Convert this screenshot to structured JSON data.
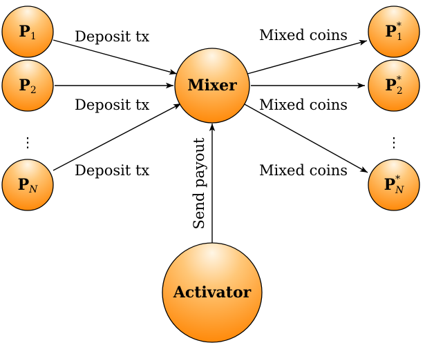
{
  "diagram": {
    "nodes": {
      "p1": {
        "main": "P",
        "sub": "1",
        "sup": ""
      },
      "p2": {
        "main": "P",
        "sub": "2",
        "sup": ""
      },
      "pn": {
        "main": "P",
        "sub": "N",
        "sup": ""
      },
      "p1_star": {
        "main": "P",
        "sub": "1",
        "sup": "*"
      },
      "p2_star": {
        "main": "P",
        "sub": "2",
        "sup": "*"
      },
      "pn_star": {
        "main": "P",
        "sub": "N",
        "sup": "*"
      },
      "mixer": "Mixer",
      "activator": "Activator"
    },
    "edge_labels": {
      "deposit_1": "Deposit tx",
      "deposit_2": "Deposit tx",
      "deposit_n": "Deposit tx",
      "mixed_1": "Mixed coins",
      "mixed_2": "Mixed coins",
      "mixed_n": "Mixed coins",
      "send_payout": "Send payout"
    },
    "ellipsis_left": "⋮",
    "ellipsis_right": "⋮",
    "colors": {
      "node_fill_light": "#fff3dc",
      "node_fill_dark": "#ff8a00",
      "stroke": "#000000"
    }
  }
}
